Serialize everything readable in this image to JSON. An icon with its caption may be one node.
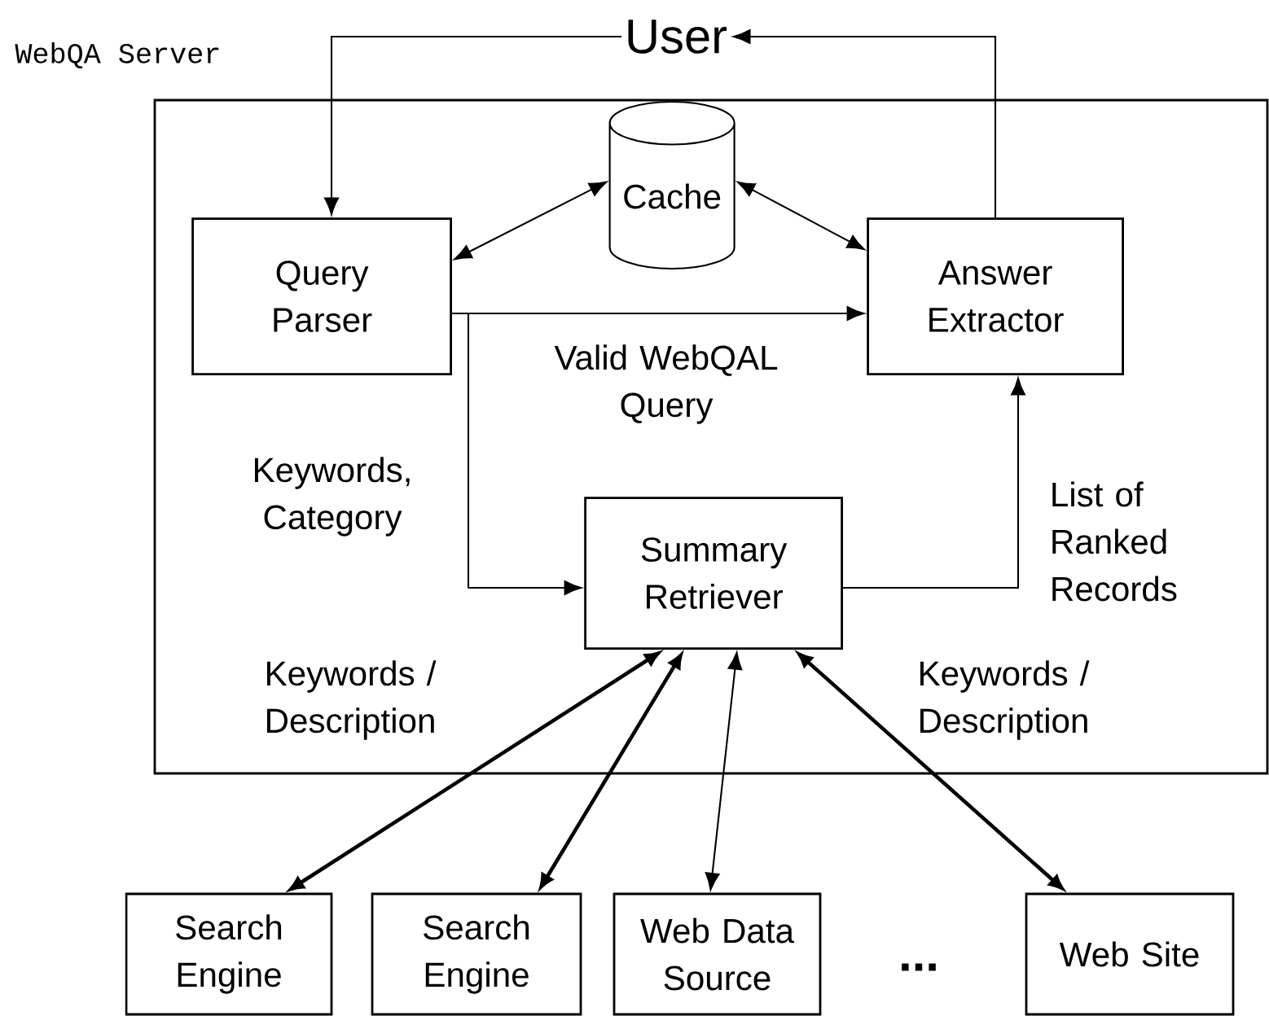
{
  "diagram": {
    "nodes": [
      {
        "text": [
          "WebQA Server"
        ]
      },
      {
        "text": [
          "User"
        ]
      },
      {
        "text": [
          "Query Parser"
        ],
        "in": 0
      },
      {
        "text": [
          "Cache"
        ],
        "in": 0
      },
      {
        "text": [
          "Answer Extractor"
        ],
        "in": 0
      },
      {
        "text": [
          "Summary Retriever"
        ],
        "in": 0
      },
      {
        "text": [
          "Search Engine"
        ]
      },
      {
        "text": [
          "Search Engine"
        ]
      },
      {
        "text": [
          "Web Data Source"
        ]
      },
      {
        "text": [
          "Web Site"
        ]
      }
    ],
    "edges": [
      {
        "from": 1,
        "to": 2,
        "arrow": "to"
      },
      {
        "from": 4,
        "to": 1,
        "arrow": "to"
      },
      {
        "from": 2,
        "to": 3,
        "arrow": "both"
      },
      {
        "from": 3,
        "to": 4,
        "arrow": "both"
      },
      {
        "from": 2,
        "to": 4,
        "arrow": "to",
        "label": "Valid WebQAL Query"
      },
      {
        "from": 2,
        "to": 5,
        "arrow": "to",
        "label": "Keywords, Category"
      },
      {
        "from": 5,
        "to": 4,
        "arrow": "to",
        "label": "List of Ranked Records"
      },
      {
        "from": 5,
        "to": 6,
        "arrow": "both",
        "style": "thick"
      },
      {
        "from": 5,
        "to": 7,
        "arrow": "both",
        "style": "thick"
      },
      {
        "from": 5,
        "to": 8,
        "arrow": "both"
      },
      {
        "from": 5,
        "to": 9,
        "arrow": "both",
        "style": "thick"
      }
    ],
    "labels": [
      "Keywords / Description",
      "Keywords / Description",
      "..."
    ]
  }
}
